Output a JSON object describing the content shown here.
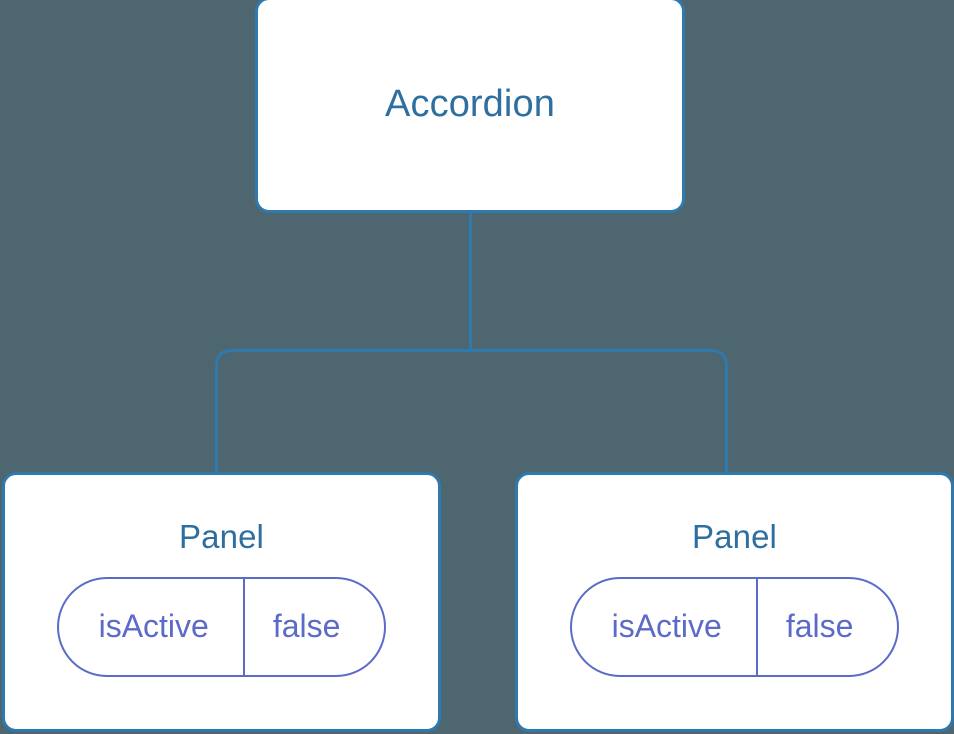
{
  "diagram": {
    "type": "component-tree",
    "background_color": "#4d6670",
    "node_border_color": "#2e79ad",
    "node_fill_color": "#ffffff",
    "node_title_color": "#2f6f9f",
    "prop_color": "#5c6bc8",
    "connector_color": "#2e79ad"
  },
  "root": {
    "title": "Accordion"
  },
  "children": [
    {
      "title": "Panel",
      "props": [
        {
          "key": "isActive",
          "value": "false"
        }
      ]
    },
    {
      "title": "Panel",
      "props": [
        {
          "key": "isActive",
          "value": "false"
        }
      ]
    }
  ]
}
